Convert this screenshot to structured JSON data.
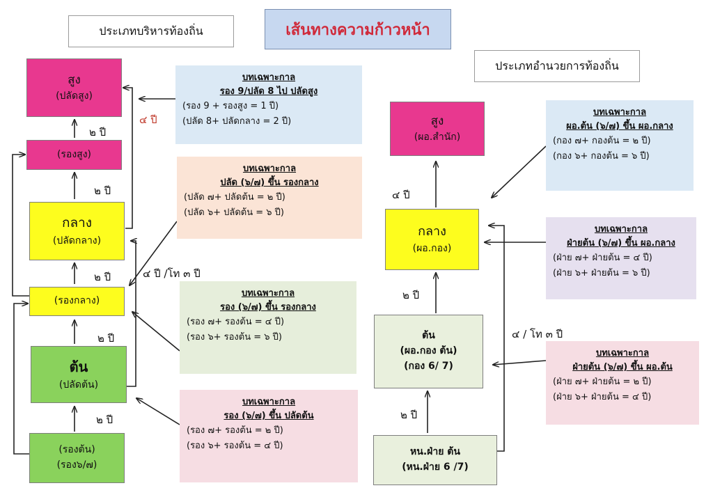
{
  "headers": {
    "main_title": "เส้นทางความก้าวหน้า",
    "left_type": "ประเภทบริหารท้องถิ่น",
    "right_type": "ประเภทอำนวยการท้องถิ่น"
  },
  "left_ladder": [
    {
      "id": "high",
      "line1": "สูง",
      "line2": "(ปลัดสูง)"
    },
    {
      "id": "deputy_high",
      "line1": "(รองสูง)"
    },
    {
      "id": "mid",
      "line1": "กลาง",
      "line2": "(ปลัดกลาง)"
    },
    {
      "id": "deputy_mid",
      "line1": "(รองกลาง)"
    },
    {
      "id": "start",
      "line1": "ต้น",
      "line2": "(ปลัดต้น)"
    },
    {
      "id": "deputy_start",
      "line1": "(รองต้น)",
      "line2": "(รอง๖/๗)"
    }
  ],
  "left_year_labels": [
    "๒ ปี",
    "๒ ปี",
    "๒ ปี",
    "๒ ปี",
    "๒ ปี"
  ],
  "left_side_labels": {
    "to_high": "๔ ปี",
    "to_deputy_mid": "๔ ปี /โท ๓ ปี"
  },
  "left_notes": [
    {
      "title1": "บทเฉพาะกาล",
      "title2": "รอง 9/ปลัด 8 ไป ปลัดสูง",
      "lines": [
        "(รอง 9 + รองสูง = 1 ปี)",
        "(ปลัด 8+ ปลัดกลาง = 2 ปี)"
      ]
    },
    {
      "title1": "บทเฉพาะกาล",
      "title2": "ปลัด (๖/๗) ขึ้น รองกลาง",
      "lines": [
        "(ปลัด ๗+ ปลัดต้น = ๒ ปี)",
        "(ปลัด ๖+ ปลัดต้น = ๖ ปี)"
      ]
    },
    {
      "title1": "บทเฉพาะกาล",
      "title2": "รอง (๖/๗) ขึ้น รองกลาง",
      "lines": [
        "(รอง ๗+ รองต้น = ๔ ปี)",
        "(รอง ๖+ รองต้น = ๖ ปี)"
      ]
    },
    {
      "title1": "บทเฉพาะกาล",
      "title2": "รอง (๖/๗) ขึ้น ปลัดต้น",
      "lines": [
        "(รอง ๗+ รองต้น = ๒ ปี)",
        "(รอง ๖+ รองต้น = ๔ ปี)"
      ]
    }
  ],
  "right_ladder": [
    {
      "id": "high",
      "line1": "สูง",
      "line2": "(ผอ.สำนัก)"
    },
    {
      "id": "mid",
      "line1": "กลาง",
      "line2": "(ผอ.กอง)"
    },
    {
      "id": "start",
      "line1": "ต้น",
      "line2": "(ผอ.กอง ต้น)",
      "line3": "(กอง 6/ 7)"
    },
    {
      "id": "section_head",
      "line1": "หน.ฝ่าย ต้น",
      "line2": "(หน.ฝ่าย 6 /7)"
    }
  ],
  "right_year_labels": {
    "to_high": "๔ ปี",
    "to_mid": "๒ ปี",
    "to_start": "๒ ปี",
    "side": "๔ / โท ๓ ปี"
  },
  "right_notes": [
    {
      "title1": "บทเฉพาะกาล",
      "title2": "ผอ.ต้น (๖/๗) ขึ้น ผอ.กลาง",
      "lines": [
        "(กอง ๗+ กองต้น = ๒ ปี)",
        "(กอง ๖+ กองต้น = ๖ ปี)"
      ]
    },
    {
      "title1": "บทเฉพาะกาล",
      "title2": "ฝ่ายต้น (๖/๗) ขึ้น ผอ.กลาง",
      "lines": [
        "(ฝ่าย ๗+ ฝ่ายต้น = ๔ ปี)",
        "(ฝ่าย ๖+ ฝ่ายต้น = ๖ ปี)"
      ]
    },
    {
      "title1": "บทเฉพาะกาล",
      "title2": "ฝ่ายต้น (๖/๗) ขึ้น ผอ.ต้น",
      "lines": [
        "(ฝ่าย ๗+ ฝ่ายต้น = ๒ ปี)",
        "(ฝ่าย ๖+ ฝ่ายต้น = ๔ ปี)"
      ]
    }
  ],
  "colors": {
    "magenta": "#e8388f",
    "yellow": "#fdfd1e",
    "green": "#8ad25c",
    "pale_green": "#e9f0dd",
    "note_blue": "#dbe9f5",
    "note_peach": "#fbe4d6",
    "note_green": "#e6eedb",
    "note_pink": "#f6dde3",
    "note_lavender": "#e6e0ef",
    "title_bg": "#c7d8f0",
    "title_text": "#d02a3a",
    "red_label": "#c0392b"
  }
}
